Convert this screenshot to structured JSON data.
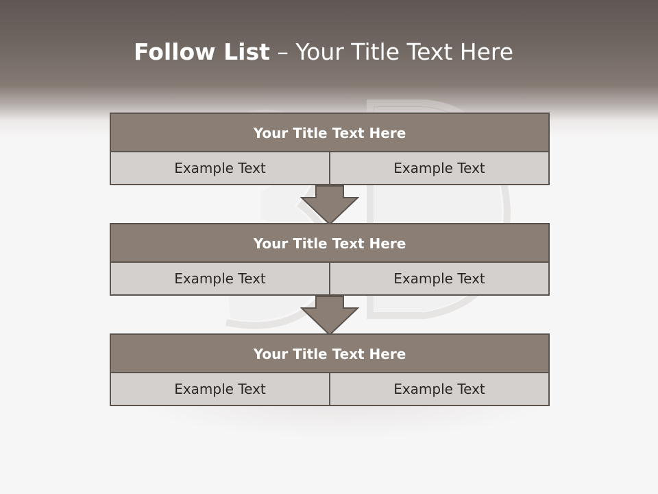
{
  "slide": {
    "title_bold": "Follow List",
    "title_rest": " – Your Title Text Here"
  },
  "steps": [
    {
      "title": "Your Title Text Here",
      "left": "Example Text",
      "right": "Example Text"
    },
    {
      "title": "Your Title Text Here",
      "left": "Example Text",
      "right": "Example Text"
    },
    {
      "title": "Your Title Text Here",
      "left": "Example Text",
      "right": "Example Text"
    }
  ],
  "colors": {
    "header_fill": "#8a7e75",
    "cell_fill": "#d3d0cd",
    "border": "#5b534e",
    "arrow_fill": "#8a7e75"
  },
  "icons": {
    "connector": "down-arrow-icon",
    "background": "3d-letters-watermark"
  }
}
